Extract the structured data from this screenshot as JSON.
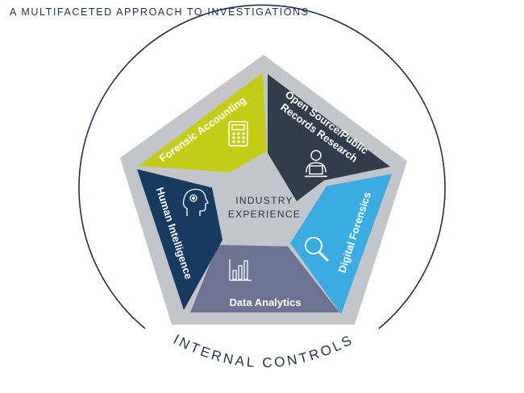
{
  "header": {
    "title": "A MULTIFACETED APPROACH TO INVESTIGATIONS"
  },
  "center": {
    "line1": "INDUSTRY",
    "line2": "EXPERIENCE"
  },
  "outer": {
    "label": "INTERNAL CONTROLS"
  },
  "segments": [
    {
      "label": "Forensic Accounting",
      "icon": "calculator-icon",
      "color": "#c3cd17"
    },
    {
      "line1": "Open Source/Public",
      "line2": "Records Research",
      "icon": "person-laptop-icon",
      "color": "#313d4b"
    },
    {
      "label": "Digital Forensics",
      "icon": "magnifier-icon",
      "color": "#3aace2"
    },
    {
      "label": "Data Analytics",
      "icon": "bar-chart-icon",
      "color": "#6d7390"
    },
    {
      "label": "Human Intelligence",
      "icon": "head-gear-icon",
      "color": "#173b5e"
    }
  ],
  "colors": {
    "frame": "#c2c5c9",
    "circle": "#1f2f4e",
    "text": "#1f2f4e"
  }
}
